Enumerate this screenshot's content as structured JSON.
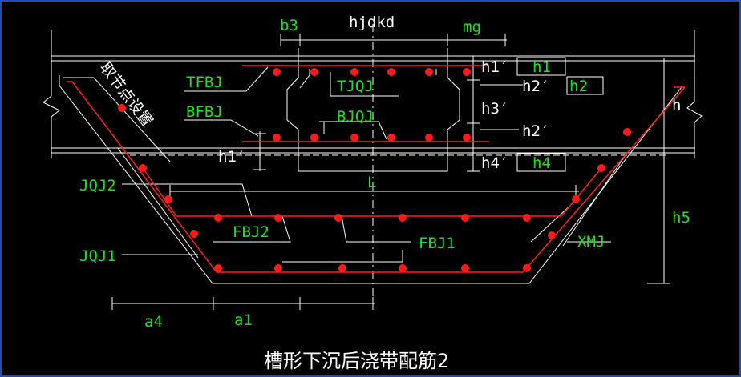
{
  "colors": {
    "background": "#000000",
    "line": "#ffffff",
    "rebar": "#ff2020",
    "dot": "#ff1a1a",
    "green_text": "#19e619",
    "white_text": "#ffffff",
    "frame": "#1f4fa8"
  },
  "labels": {
    "b3": "b3",
    "hjdkd": "hjdkd",
    "mg": "mg",
    "h1_prime_top": "h1′",
    "h1_box": "h1",
    "h2_prime_top": "h2′",
    "h2_box": "h2",
    "h3_prime": "h3′",
    "h2_prime_bottom": "h2′",
    "h4_prime": "h4′",
    "h4_box": "h4",
    "h": "h",
    "h5": "h5",
    "tfbj": "TFBJ",
    "tjqj": "TJQJ",
    "bfbj": "BFBJ",
    "bjqj": "BJQJ",
    "h1_prime_left": "h1′",
    "jqj2": "JQJ2",
    "l": "L",
    "fbj2": "FBJ2",
    "fbj1": "FBJ1",
    "xmj": "XMJ",
    "jqj1": "JQJ1",
    "a4": "a4",
    "a1": "a1",
    "node_setting": "取节点设置",
    "title": "槽形下沉后浇带配筋2"
  }
}
